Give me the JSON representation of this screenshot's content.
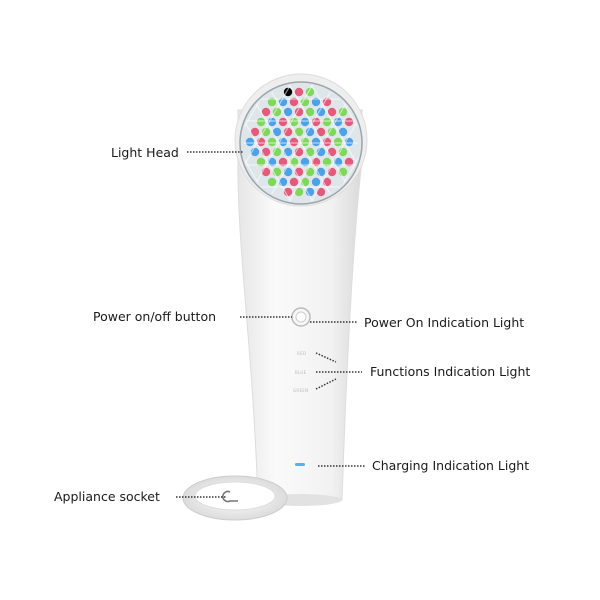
{
  "labels": {
    "light_head": "Light Head",
    "power_button": "Power on/off button",
    "power_indicator": "Power On Indication Light",
    "functions_indicator": "Functions Indication Light",
    "charging_indicator": "Charging Indication Light",
    "appliance_socket": "Appliance socket"
  },
  "function_lights": [
    "RED",
    "BLUE",
    "GREEN"
  ],
  "colors": {
    "led_red": "#e8587a",
    "led_green": "#7ed957",
    "led_blue": "#4aa3ea",
    "charging_light": "#4fb3f0",
    "body": "#f4f4f4"
  }
}
